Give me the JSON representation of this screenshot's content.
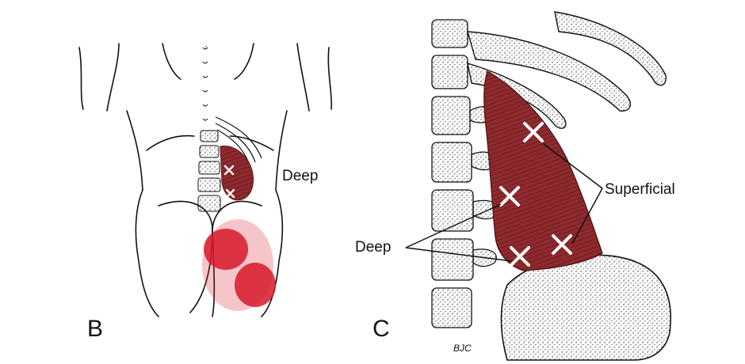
{
  "figure": {
    "panel_b": {
      "letter": "B",
      "annotation": "Deep",
      "trigger_point_marks": 2
    },
    "panel_c": {
      "letter": "C",
      "label_superficial": "Superficial",
      "label_deep": "Deep",
      "signature": "BJC",
      "trigger_point_marks": 4
    },
    "colors": {
      "muscle": "#8e2a2e",
      "referred_pain": "#d8192a",
      "line_art": "#111111",
      "bone_stipple": "#333333"
    }
  }
}
